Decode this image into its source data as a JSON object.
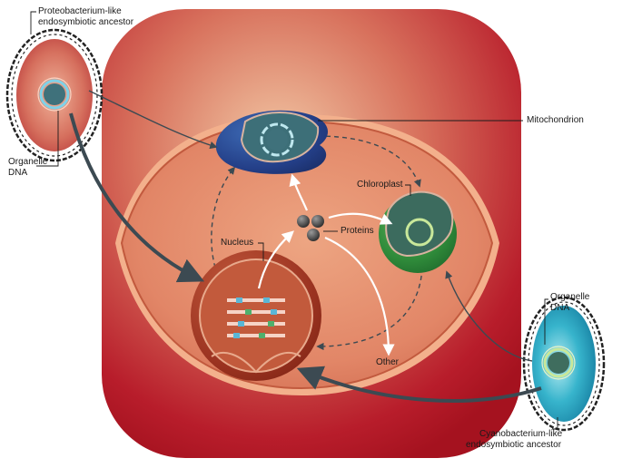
{
  "labels": {
    "proteobacterium": [
      "Proteobacterium-like",
      "endosymbiotic ancestor"
    ],
    "organelle_dna_left": [
      "Organelle",
      "DNA"
    ],
    "mitochondrion": "Mitochondrion",
    "chloroplast": "Chloroplast",
    "proteins": "Proteins",
    "nucleus": "Nucleus",
    "other": "Other",
    "organelle_dna_right": [
      "Organelle",
      "DNA"
    ],
    "cyanobacterium": [
      "Cyanobacterium-like",
      "endosymbiotic ancestor"
    ]
  },
  "colors": {
    "cell_wall": "#b3172a",
    "cytoplasm": "#e07d5e",
    "mitochondrion": "#26408a",
    "chloroplast": "#2f8a3a",
    "nucleus": "#8f2f1c",
    "arrows": "#3c4a52"
  }
}
